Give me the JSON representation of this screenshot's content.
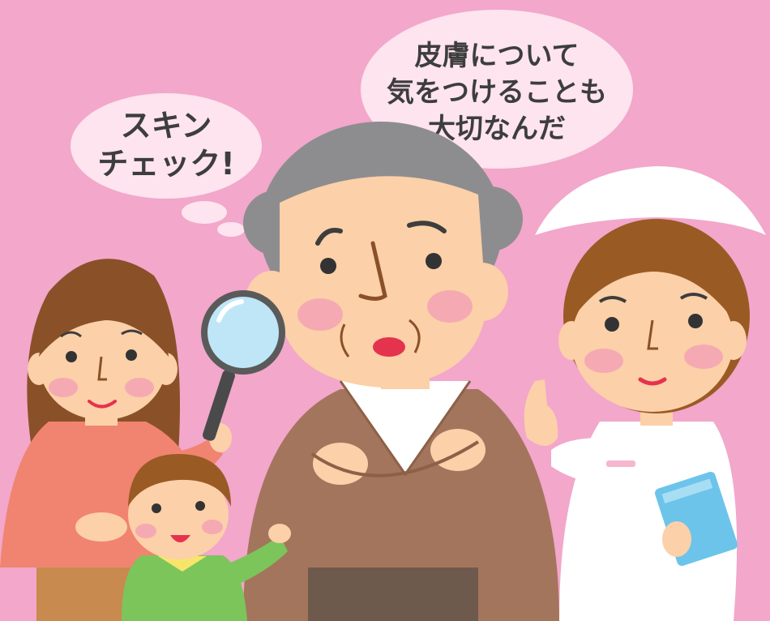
{
  "scene": {
    "background_color": "#f2a7cb",
    "bubble_color": "#fde4ee"
  },
  "bubble_left": {
    "lines": [
      "スキン",
      "チェック!"
    ]
  },
  "bubble_right": {
    "lines": [
      "皮膚について",
      "気をつけることも",
      "大切なんだ"
    ]
  },
  "characters": {
    "mother": {
      "top_color": "#f08470",
      "hair_color": "#8a5128"
    },
    "child": {
      "shirt_color": "#7cc55a",
      "hair_color": "#9a5a24"
    },
    "grandfather": {
      "sweater_color": "#a4755d",
      "hair_color": "#8d8d8f"
    },
    "nurse": {
      "uniform_color": "#ffffff",
      "hair_color": "#9a5a24",
      "clipboard_color": "#6cc4ea"
    }
  },
  "icons": [
    "magnifying-glass-icon",
    "clipboard-icon"
  ]
}
